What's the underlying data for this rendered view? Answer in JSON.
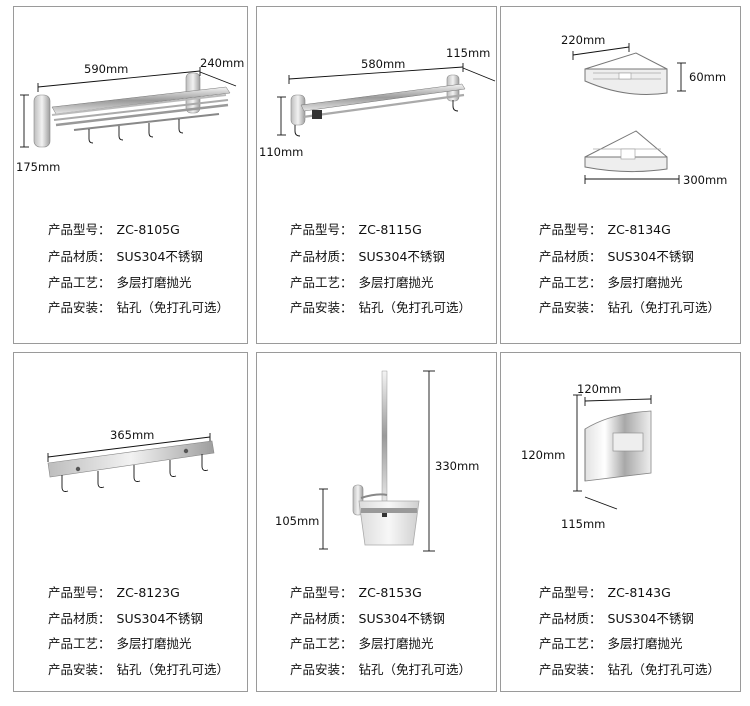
{
  "spec_labels": {
    "model": "产品型号：",
    "material": "产品材质：",
    "process": "产品工艺：",
    "install": "产品安装："
  },
  "products": [
    {
      "name": "towel-rack",
      "model": "ZC-8105G",
      "material": "SUS304不锈钢",
      "process": "多层打磨抛光",
      "install": "钻孔（免打孔可选）",
      "dims": [
        "590mm",
        "240mm",
        "175mm"
      ]
    },
    {
      "name": "towel-bar",
      "model": "ZC-8115G",
      "material": "SUS304不锈钢",
      "process": "多层打磨抛光",
      "install": "钻孔（免打孔可选）",
      "dims": [
        "580mm",
        "115mm",
        "110mm"
      ]
    },
    {
      "name": "corner-basket",
      "model": "ZC-8134G",
      "material": "SUS304不锈钢",
      "process": "多层打磨抛光",
      "install": "钻孔（免打孔可选）",
      "dims": [
        "220mm",
        "60mm",
        "300mm"
      ]
    },
    {
      "name": "hook-rail",
      "model": "ZC-8123G",
      "material": "SUS304不锈钢",
      "process": "多层打磨抛光",
      "install": "钻孔（免打孔可选）",
      "dims": [
        "365mm"
      ]
    },
    {
      "name": "toilet-brush",
      "model": "ZC-8153G",
      "material": "SUS304不锈钢",
      "process": "多层打磨抛光",
      "install": "钻孔（免打孔可选）",
      "dims": [
        "330mm",
        "105mm"
      ]
    },
    {
      "name": "tissue-box",
      "model": "ZC-8143G",
      "material": "SUS304不锈钢",
      "process": "多层打磨抛光",
      "install": "钻孔（免打孔可选）",
      "dims": [
        "120mm",
        "120mm",
        "115mm"
      ]
    }
  ]
}
